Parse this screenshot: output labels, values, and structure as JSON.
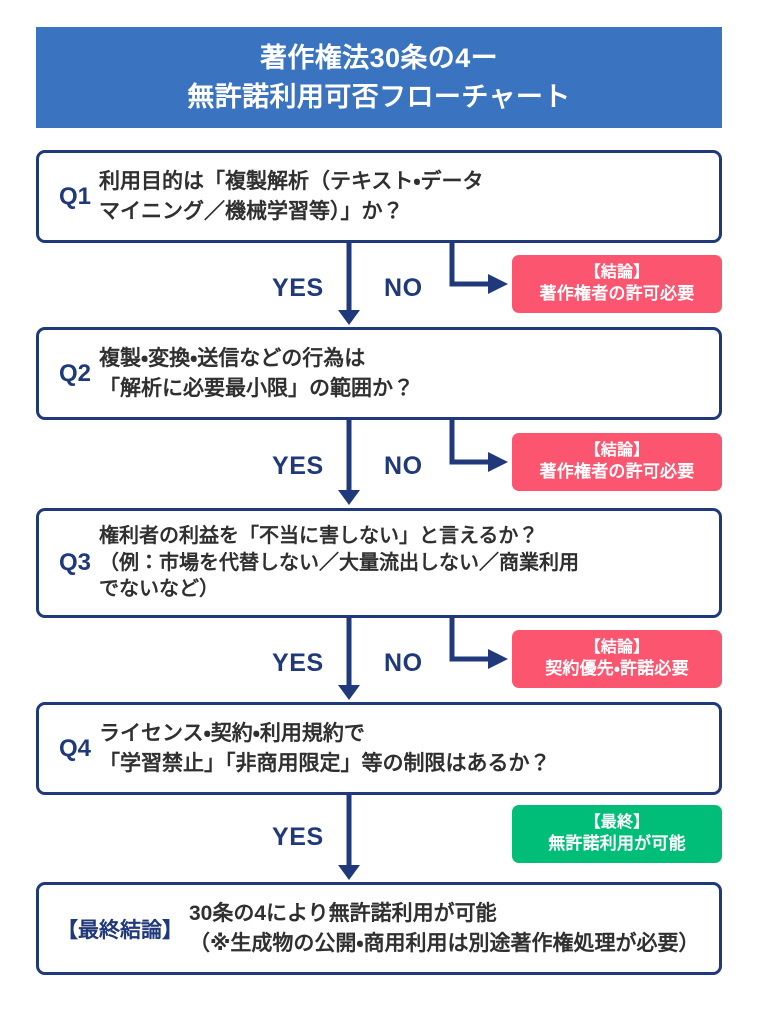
{
  "title": {
    "line1": "著作権法30条の4ー",
    "line2": "無許諾利用可否フローチャート"
  },
  "theme": {
    "banner_blue": "#3a74c0",
    "navy": "#20397a",
    "red": "#fb5570",
    "green": "#00bd78",
    "text_dark": "#303030",
    "white": "#ffffff"
  },
  "steps": [
    {
      "id": "q1",
      "label": "Q1",
      "text": "利用目的は「複製解析（テキスト・データ\nマイニング／機械学習等）」か？",
      "yes_label": "YES",
      "no_label": "NO",
      "result": {
        "kind": "conclusion",
        "color": "red",
        "head": "【結論】",
        "body": "著作権者の許可必要"
      }
    },
    {
      "id": "q2",
      "label": "Q2",
      "text": "複製・変換・送信などの行為は\n「解析に必要最小限」の範囲か？",
      "yes_label": "YES",
      "no_label": "NO",
      "result": {
        "kind": "conclusion",
        "color": "red",
        "head": "【結論】",
        "body": "著作権者の許可必要"
      }
    },
    {
      "id": "q3",
      "label": "Q3",
      "text": "権利者の利益を「不当に害しない」と言えるか？\n（例：市場を代替しない／大量流出しない／商業利用\nでないなど）",
      "yes_label": "YES",
      "no_label": "NO",
      "result": {
        "kind": "conclusion",
        "color": "red",
        "head": "【結論】",
        "body": "契約優先・許諾必要"
      }
    },
    {
      "id": "q4",
      "label": "Q4",
      "text": "ライセンス・契約・利用規約で\n「学習禁止」「非商用限定」等の制限はあるか？",
      "yes_label": "YES",
      "no_label": "",
      "result": {
        "kind": "final",
        "color": "green",
        "head": "【最終】",
        "body": "無許諾利用が可能"
      }
    }
  ],
  "final": {
    "label": "【最終結論】",
    "text": "30条の4により無許諾利用が可能\n（※生成物の公開・商用利用は別途著作権処理が必要）"
  }
}
